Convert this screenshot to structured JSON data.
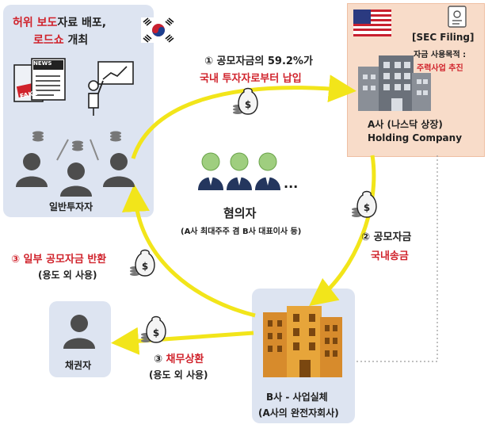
{
  "investors_box": {
    "headline_part1": "허위 보도",
    "headline_part2": "자료 배포,",
    "headline2_part1": "로드쇼",
    "headline2_part2": " 개최",
    "news_label": "NEWS",
    "fake_label": "FAKE",
    "caption": "일반투자자"
  },
  "step1": {
    "line1": "① 공모자금의 59.2%가",
    "line2": "국내 투자자로부터 납입"
  },
  "company_box": {
    "sec_title": "[SEC Filing]",
    "sec_line1": "자금 사용목적 :",
    "sec_line2": "주력사업 추진",
    "name_line1": "A사 (나스닥 상장)",
    "name_line2": "Holding Company"
  },
  "suspects": {
    "ellipsis": "...",
    "title": "혐의자",
    "subtitle": "(A사 최대주주 겸 B사 대표이사 등)"
  },
  "step2": {
    "line1": "② 공모자금",
    "line2": "국내송금"
  },
  "step3a": {
    "line1": "③ 일부 공모자금 반환",
    "line2": "(용도 외 사용)"
  },
  "step3b": {
    "line1_num": "③ ",
    "line1_text": "채무상환",
    "line2": "(용도 외 사용)"
  },
  "creditor": {
    "caption": "채권자"
  },
  "bsa": {
    "line1": "B사 - 사업실체",
    "line2": "(A사의 완전자회사)"
  },
  "colors": {
    "arrow": "#f2e51a",
    "accent_red": "#d0222b",
    "box_blue": "#dde4f1",
    "box_peach": "#f8dcc9",
    "person_gray": "#4d4d4d",
    "suspect_green": "#9fce7f",
    "suspect_navy": "#24365e"
  }
}
